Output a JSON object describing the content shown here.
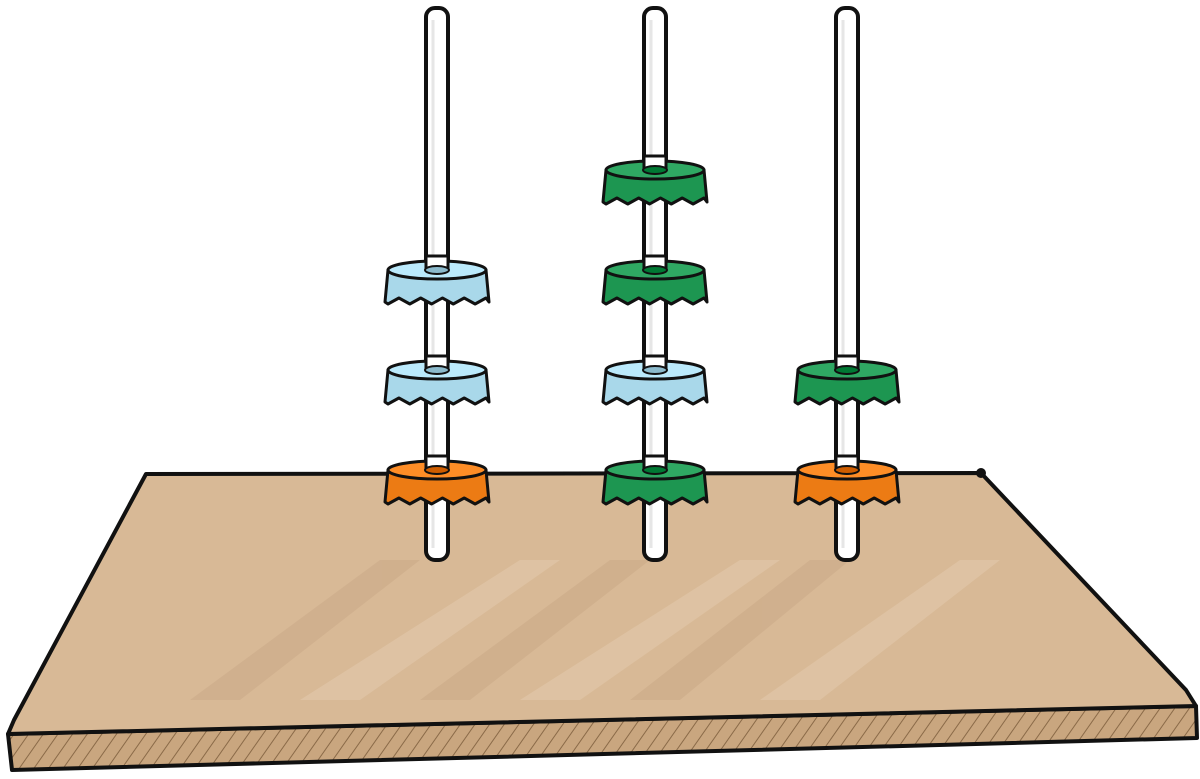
{
  "colors": {
    "background": "#ffffff",
    "board_top": "#d8b996",
    "board_edge": "#c9a67f",
    "outline": "#111111",
    "rod": "#ffffff",
    "light_blue": "#a9d8ea",
    "green": "#1d9651",
    "orange": "#ec7b14"
  },
  "rods": [
    {
      "name": "rod-left",
      "caps_bottom_to_top": [
        "orange",
        "light_blue",
        "light_blue"
      ]
    },
    {
      "name": "rod-middle",
      "caps_bottom_to_top": [
        "green",
        "light_blue",
        "green",
        "green"
      ]
    },
    {
      "name": "rod-right",
      "caps_bottom_to_top": [
        "orange",
        "green"
      ]
    }
  ]
}
